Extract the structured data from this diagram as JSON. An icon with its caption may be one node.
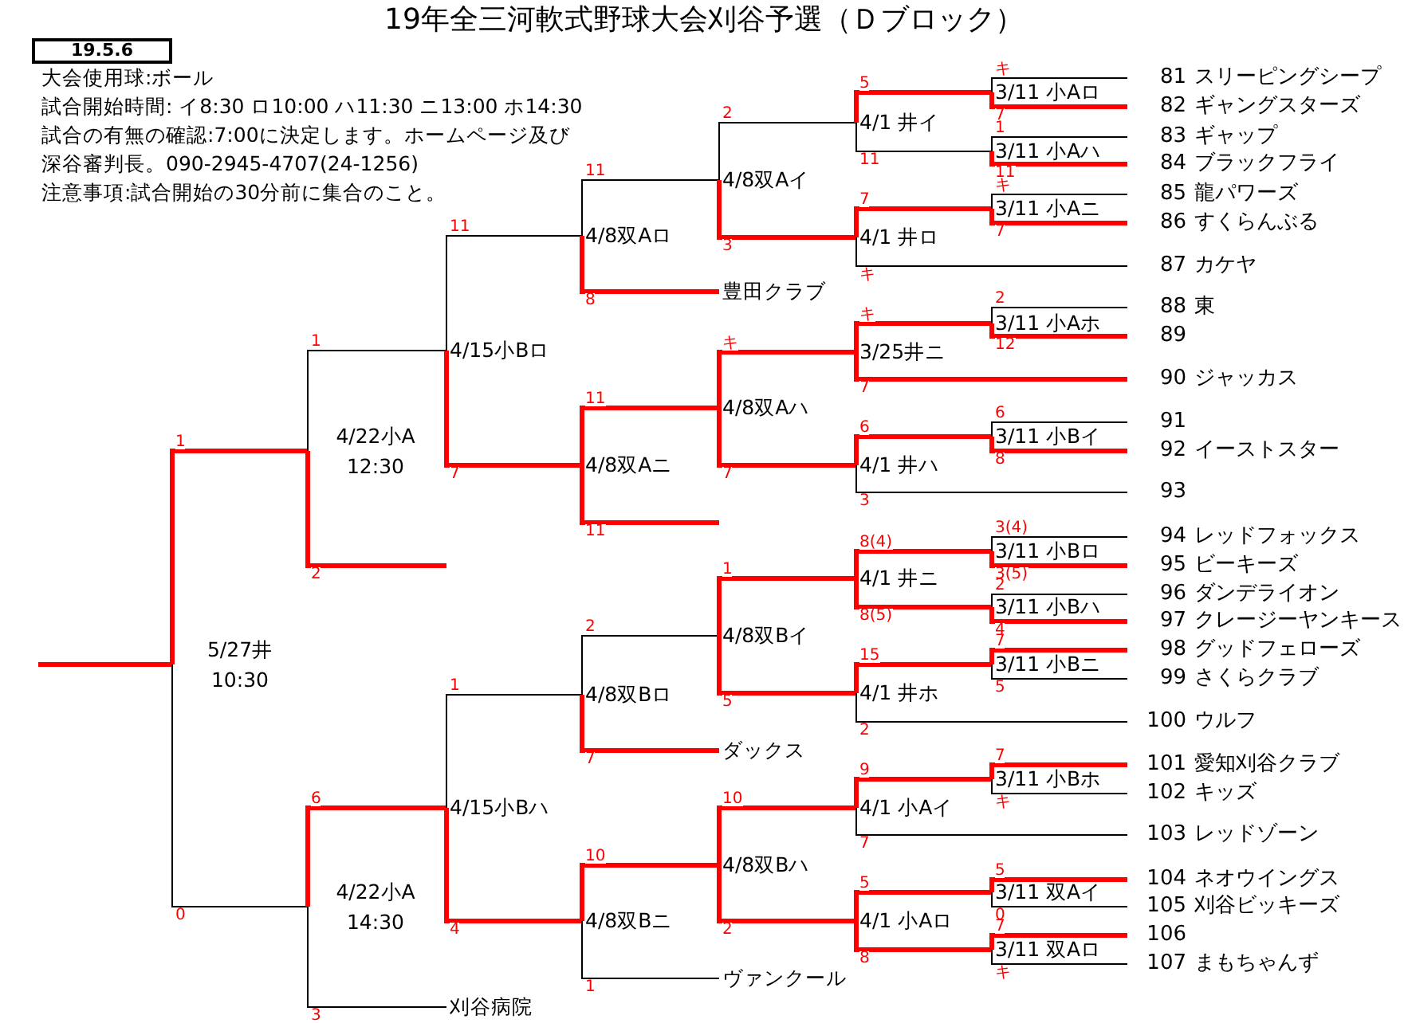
{
  "diagram": {
    "title": "19年全三河軟式野球大会刈谷予選（Ｄブロック）",
    "nodes": [
      {
        "text": [
          "5/27井",
          "10:30"
        ]
      },
      {
        "text": [
          "4/22小A",
          "12:30"
        ]
      },
      {
        "text": [
          "4/15小Bロ"
        ]
      },
      {
        "text": [
          "4/8双Aロ"
        ]
      },
      {
        "text": [
          "4/8双Aイ"
        ]
      },
      {
        "text": [
          "4/1 井イ"
        ]
      },
      {
        "text": [
          "3/11 小Aロ"
        ]
      },
      {
        "text": [
          "81",
          "スリーピングシープ"
        ]
      },
      {
        "text": [
          "82",
          "ギャングスターズ"
        ]
      },
      {
        "text": [
          "3/11 小Aハ"
        ]
      },
      {
        "text": [
          "83",
          "ギャップ"
        ]
      },
      {
        "text": [
          "84",
          "ブラックフライ"
        ]
      },
      {
        "text": [
          "4/1 井ロ"
        ]
      },
      {
        "text": [
          "3/11 小Aニ"
        ]
      },
      {
        "text": [
          "85",
          "龍パワーズ"
        ]
      },
      {
        "text": [
          "86",
          "すくらんぶる"
        ]
      },
      {
        "text": [
          "87",
          "カケヤ"
        ]
      },
      {
        "text": [
          "豊田クラブ"
        ]
      },
      {
        "text": [
          "4/8双Aニ"
        ]
      },
      {
        "text": [
          "4/8双Aハ"
        ]
      },
      {
        "text": [
          "3/25井ニ"
        ]
      },
      {
        "text": [
          "3/11 小Aホ"
        ]
      },
      {
        "text": [
          "88",
          "東"
        ]
      },
      {
        "text": [
          "89"
        ]
      },
      {
        "text": [
          "90",
          "ジャッカス"
        ]
      },
      {
        "text": [
          "4/1 井ハ"
        ]
      },
      {
        "text": [
          "3/11 小Bイ"
        ]
      },
      {
        "text": [
          "91"
        ]
      },
      {
        "text": [
          "92",
          "イーストスター"
        ]
      },
      {
        "text": [
          "93"
        ]
      },
      {
        "text": [
          "4/22小A",
          "14:30"
        ]
      },
      {
        "text": [
          "4/15小Bハ"
        ]
      },
      {
        "text": [
          "4/8双Bロ"
        ]
      },
      {
        "text": [
          "4/8双Bイ"
        ]
      },
      {
        "text": [
          "4/1 井ニ"
        ]
      },
      {
        "text": [
          "3/11 小Bロ"
        ]
      },
      {
        "text": [
          "94",
          "レッドフォックス"
        ]
      },
      {
        "text": [
          "95",
          "ビーキーズ"
        ]
      },
      {
        "text": [
          "3/11 小Bハ"
        ]
      },
      {
        "text": [
          "96",
          "ダンデライオン"
        ]
      },
      {
        "text": [
          "97",
          "クレージーヤンキース"
        ]
      },
      {
        "text": [
          "4/1 井ホ"
        ]
      },
      {
        "text": [
          "3/11 小Bニ"
        ]
      },
      {
        "text": [
          "98",
          "グッドフェローズ"
        ]
      },
      {
        "text": [
          "99",
          "さくらクラブ"
        ]
      },
      {
        "text": [
          "100",
          "ウルフ"
        ]
      },
      {
        "text": [
          "ダックス"
        ]
      },
      {
        "text": [
          "4/8双Bニ"
        ]
      },
      {
        "text": [
          "4/8双Bハ"
        ]
      },
      {
        "text": [
          "4/1 小Aイ"
        ]
      },
      {
        "text": [
          "3/11 小Bホ"
        ]
      },
      {
        "text": [
          "101",
          "愛知刈谷クラブ"
        ]
      },
      {
        "text": [
          "102",
          "キッズ"
        ]
      },
      {
        "text": [
          "103",
          "レッドゾーン"
        ]
      },
      {
        "text": [
          "4/1 小Aロ"
        ]
      },
      {
        "text": [
          "3/11 双Aイ"
        ]
      },
      {
        "text": [
          "104",
          "ネオウイングス"
        ]
      },
      {
        "text": [
          "105",
          "刈谷ビッキーズ"
        ]
      },
      {
        "text": [
          "3/11 双Aロ"
        ]
      },
      {
        "text": [
          "106"
        ]
      },
      {
        "text": [
          "107",
          "まもちゃんず"
        ]
      },
      {
        "text": [
          "ヴァンクール"
        ]
      },
      {
        "text": [
          "刈谷病院"
        ]
      }
    ],
    "edges": [
      {
        "from": 0,
        "to": null,
        "arrow": "none"
      },
      {
        "from": 1,
        "to": 0,
        "arrow": "none",
        "label": "1"
      },
      {
        "from": 30,
        "to": 0,
        "arrow": "none",
        "label": "0",
        "color": "#000000"
      },
      {
        "from": 2,
        "to": 1,
        "arrow": "none",
        "label": "1",
        "color": "#000000"
      },
      {
        "from": null,
        "to": 1,
        "arrow": "none",
        "label": "2"
      },
      {
        "from": 31,
        "to": 30,
        "arrow": "none",
        "label": "6"
      },
      {
        "from": 62,
        "to": 30,
        "arrow": "none",
        "label": "3",
        "color": "#000000"
      },
      {
        "from": 3,
        "to": 2,
        "arrow": "none",
        "label": "11",
        "color": "#000000"
      },
      {
        "from": 18,
        "to": 2,
        "arrow": "none",
        "label": "7"
      },
      {
        "from": 4,
        "to": 3,
        "arrow": "none",
        "label": "11",
        "color": "#000000"
      },
      {
        "from": 17,
        "to": 3,
        "arrow": "none",
        "label": "8"
      },
      {
        "from": 5,
        "to": 4,
        "arrow": "none",
        "label": "2",
        "color": "#000000"
      },
      {
        "from": 12,
        "to": 4,
        "arrow": "none",
        "label": "3"
      },
      {
        "from": 6,
        "to": 5,
        "arrow": "none",
        "label": "5"
      },
      {
        "from": 9,
        "to": 5,
        "arrow": "none",
        "label": "11",
        "color": "#000000"
      },
      {
        "from": 7,
        "to": 6,
        "arrow": "none",
        "label": "キ",
        "color": "#000000"
      },
      {
        "from": 8,
        "to": 6,
        "arrow": "none",
        "label": "7"
      },
      {
        "from": 10,
        "to": 9,
        "arrow": "none",
        "label": "1",
        "color": "#000000"
      },
      {
        "from": 11,
        "to": 9,
        "arrow": "none",
        "label": "11"
      },
      {
        "from": 13,
        "to": 12,
        "arrow": "none",
        "label": "7"
      },
      {
        "from": 16,
        "to": 12,
        "arrow": "none",
        "label": "キ",
        "color": "#000000"
      },
      {
        "from": 14,
        "to": 13,
        "arrow": "none",
        "label": "キ",
        "color": "#000000"
      },
      {
        "from": 15,
        "to": 13,
        "arrow": "none",
        "label": "7"
      },
      {
        "from": 19,
        "to": 18,
        "arrow": "none",
        "label": "11"
      },
      {
        "from": null,
        "to": 18,
        "arrow": "none",
        "label": "11"
      },
      {
        "from": 20,
        "to": 19,
        "arrow": "none",
        "label": "キ"
      },
      {
        "from": 25,
        "to": 19,
        "arrow": "none",
        "label": "7"
      },
      {
        "from": 21,
        "to": 20,
        "arrow": "none",
        "label": "キ"
      },
      {
        "from": 24,
        "to": 20,
        "arrow": "none",
        "label": "7"
      },
      {
        "from": 22,
        "to": 21,
        "arrow": "none",
        "label": "2",
        "color": "#000000"
      },
      {
        "from": 23,
        "to": 21,
        "arrow": "none",
        "label": "12"
      },
      {
        "from": 26,
        "to": 25,
        "arrow": "none",
        "label": "6"
      },
      {
        "from": 29,
        "to": 25,
        "arrow": "none",
        "label": "3",
        "color": "#000000"
      },
      {
        "from": 27,
        "to": 26,
        "arrow": "none",
        "label": "6",
        "color": "#000000"
      },
      {
        "from": 28,
        "to": 26,
        "arrow": "none",
        "label": "8"
      },
      {
        "from": 32,
        "to": 31,
        "arrow": "none",
        "label": "1",
        "color": "#000000"
      },
      {
        "from": 47,
        "to": 31,
        "arrow": "none",
        "label": "4"
      },
      {
        "from": 33,
        "to": 32,
        "arrow": "none",
        "label": "2",
        "color": "#000000"
      },
      {
        "from": 46,
        "to": 32,
        "arrow": "none",
        "label": "7"
      },
      {
        "from": 34,
        "to": 33,
        "arrow": "none",
        "label": "1"
      },
      {
        "from": 41,
        "to": 33,
        "arrow": "none",
        "label": "5"
      },
      {
        "from": 35,
        "to": 34,
        "arrow": "none",
        "label": "8(4)"
      },
      {
        "from": 38,
        "to": 34,
        "arrow": "none",
        "label": "8(5)"
      },
      {
        "from": 36,
        "to": 35,
        "arrow": "none",
        "label": "3(4)",
        "color": "#000000"
      },
      {
        "from": 37,
        "to": 35,
        "arrow": "none",
        "label": "3(5)"
      },
      {
        "from": 39,
        "to": 38,
        "arrow": "none",
        "label": "2",
        "color": "#000000"
      },
      {
        "from": 40,
        "to": 38,
        "arrow": "none",
        "label": "4"
      },
      {
        "from": 42,
        "to": 41,
        "arrow": "none",
        "label": "15"
      },
      {
        "from": 45,
        "to": 41,
        "arrow": "none",
        "label": "2",
        "color": "#000000"
      },
      {
        "from": 43,
        "to": 42,
        "arrow": "none",
        "label": "7"
      },
      {
        "from": 44,
        "to": 42,
        "arrow": "none",
        "label": "5",
        "color": "#000000"
      },
      {
        "from": 48,
        "to": 47,
        "arrow": "none",
        "label": "10"
      },
      {
        "from": 61,
        "to": 47,
        "arrow": "none",
        "label": "1",
        "color": "#000000"
      },
      {
        "from": 49,
        "to": 48,
        "arrow": "none",
        "label": "10"
      },
      {
        "from": 54,
        "to": 48,
        "arrow": "none",
        "label": "2"
      },
      {
        "from": 50,
        "to": 49,
        "arrow": "none",
        "label": "9"
      },
      {
        "from": 53,
        "to": 49,
        "arrow": "none",
        "label": "7",
        "color": "#000000"
      },
      {
        "from": 51,
        "to": 50,
        "arrow": "none",
        "label": "7"
      },
      {
        "from": 52,
        "to": 50,
        "arrow": "none",
        "label": "キ",
        "color": "#000000"
      },
      {
        "from": 55,
        "to": 54,
        "arrow": "none",
        "label": "5"
      },
      {
        "from": 58,
        "to": 54,
        "arrow": "none",
        "label": "8"
      },
      {
        "from": 56,
        "to": 55,
        "arrow": "none",
        "label": "5"
      },
      {
        "from": 57,
        "to": 55,
        "arrow": "none",
        "label": "0",
        "color": "#000000"
      },
      {
        "from": 59,
        "to": 58,
        "arrow": "none",
        "label": "7"
      },
      {
        "from": 60,
        "to": 58,
        "arrow": "none",
        "label": "キ",
        "color": "#000000"
      }
    ],
    "labels": [
      "19.5.6",
      "大会使用球:ボール",
      "試合開始時間: イ8:30 ロ10:00 ハ11:30 ニ13:00 ホ14:30",
      "試合の有無の確認:7:00に決定します。ホームページ及び",
      "深谷審判長。090-2945-4707(24-1256)",
      "注意事項:試合開始の30分前に集合のこと。"
    ]
  }
}
